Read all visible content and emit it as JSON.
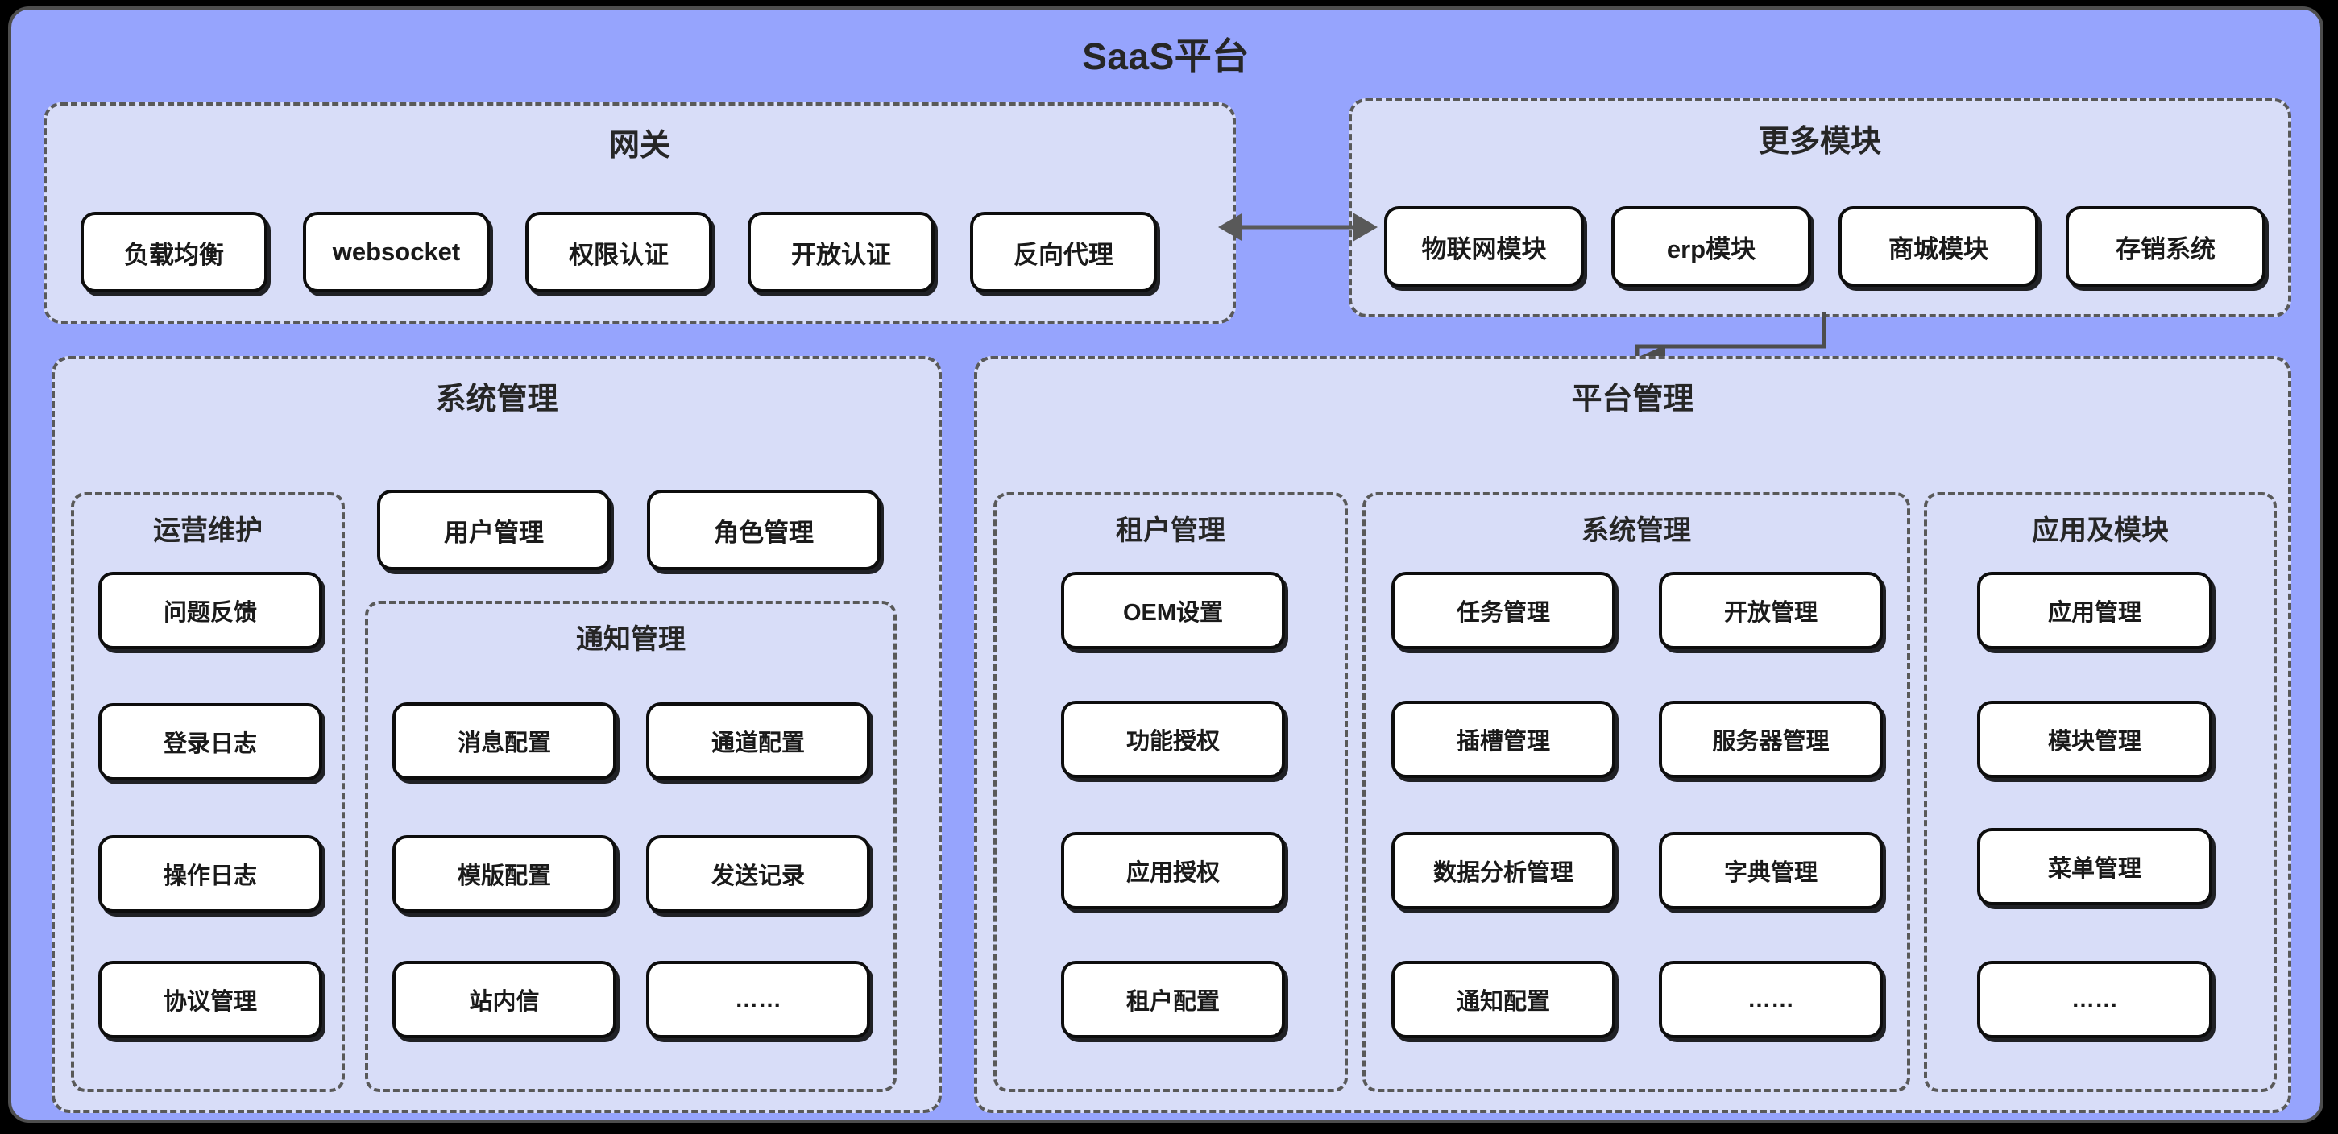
{
  "platform": {
    "title": "SaaS平台",
    "colors": {
      "outer_background": "#96a4fd",
      "panel_background": "#d8ddf8",
      "panel_border": "#595959",
      "leaf_background": "#ffffff",
      "leaf_border": "#0d0d0d",
      "text": "#262626",
      "connector": "#595959",
      "page_background": "#000000"
    }
  },
  "gateway": {
    "title": "网关",
    "items": [
      {
        "label": "负载均衡"
      },
      {
        "label": "websocket"
      },
      {
        "label": "权限认证"
      },
      {
        "label": "开放认证"
      },
      {
        "label": "反向代理"
      }
    ]
  },
  "more_modules": {
    "title": "更多模块",
    "items": [
      {
        "label": "物联网模块"
      },
      {
        "label": "erp模块"
      },
      {
        "label": "商城模块"
      },
      {
        "label": "存销系统"
      }
    ]
  },
  "system_management": {
    "title": "系统管理",
    "direct_items": [
      {
        "label": "用户管理"
      },
      {
        "label": "角色管理"
      }
    ],
    "ops_maintenance": {
      "title": "运营维护",
      "items": [
        {
          "label": "问题反馈"
        },
        {
          "label": "登录日志"
        },
        {
          "label": "操作日志"
        },
        {
          "label": "协议管理"
        }
      ]
    },
    "notification_management": {
      "title": "通知管理",
      "items": [
        {
          "label": "消息配置"
        },
        {
          "label": "通道配置"
        },
        {
          "label": "模版配置"
        },
        {
          "label": "发送记录"
        },
        {
          "label": "站内信"
        },
        {
          "label": "……"
        }
      ]
    }
  },
  "platform_management": {
    "title": "平台管理",
    "tenant_management": {
      "title": "租户管理",
      "items": [
        {
          "label": "OEM设置"
        },
        {
          "label": "功能授权"
        },
        {
          "label": "应用授权"
        },
        {
          "label": "租户配置"
        }
      ]
    },
    "system_management": {
      "title": "系统管理",
      "items": [
        {
          "label": "任务管理"
        },
        {
          "label": "开放管理"
        },
        {
          "label": "插槽管理"
        },
        {
          "label": "服务器管理"
        },
        {
          "label": "数据分析管理"
        },
        {
          "label": "字典管理"
        },
        {
          "label": "通知配置"
        },
        {
          "label": "……"
        }
      ]
    },
    "apps_and_modules": {
      "title": "应用及模块",
      "items": [
        {
          "label": "应用管理"
        },
        {
          "label": "模块管理"
        },
        {
          "label": "菜单管理"
        },
        {
          "label": "……"
        }
      ]
    }
  },
  "connectors": [
    {
      "name": "gateway-to-more-modules",
      "type": "bidirectional-arrow"
    },
    {
      "name": "more-modules-to-platform-management",
      "type": "elbow-arrow"
    }
  ]
}
